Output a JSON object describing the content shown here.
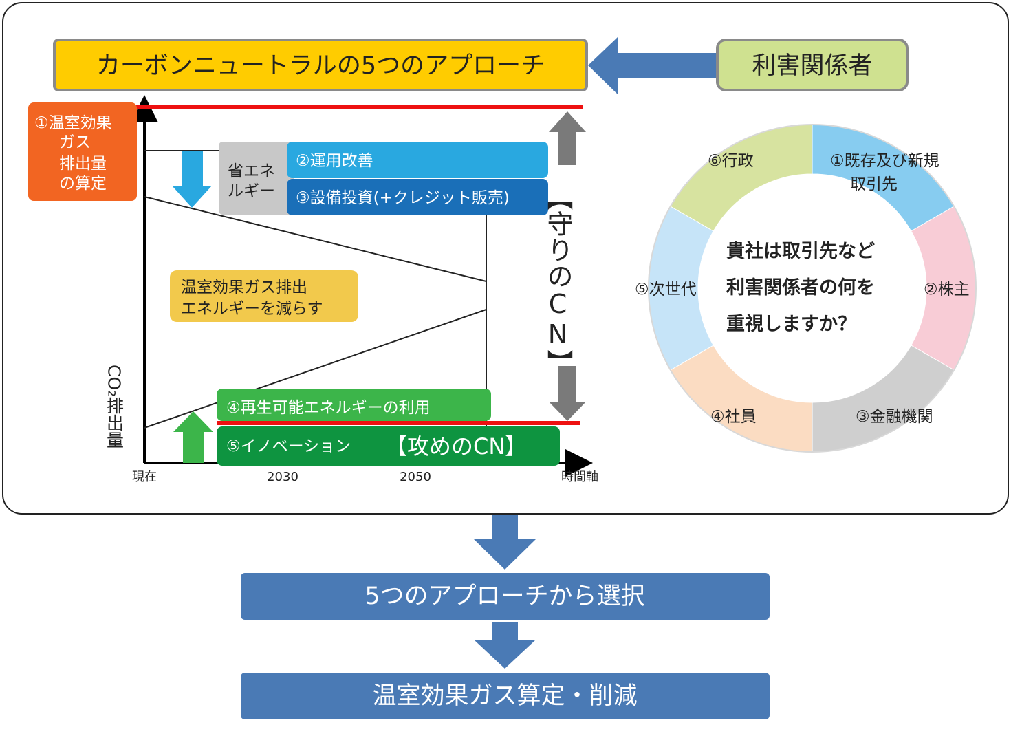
{
  "title": "カーボンニュートラルの5つのアプローチ",
  "stakeholder_label": "利害関係者",
  "approaches": {
    "a1": [
      "①温室効果",
      "ガス",
      "排出量",
      "の算定"
    ],
    "energy_saving": [
      "省エネ",
      "ルギー"
    ],
    "a2": "②運用改善",
    "a3": "③設備投資(+クレジット販売)",
    "a4": "④再生可能エネルギーの利用",
    "a5": "⑤イノベーション",
    "reduce_note": [
      "温室効果ガス排出",
      "エネルギーを減らす"
    ],
    "defensive_cn": "【守りのCN】",
    "offensive_cn": "【攻めのCN】"
  },
  "axis": {
    "y_label": "CO₂排出量",
    "x_label": "時間軸",
    "ticks": [
      "現在",
      "2030",
      "2050"
    ]
  },
  "stakeholder_ring": {
    "question": [
      "貴社は取引先など",
      "利害関係者の何を",
      "重視しますか？"
    ],
    "segments": [
      {
        "label": [
          "①既存及び新規",
          "取引先"
        ],
        "color": "#87ccf0"
      },
      {
        "label": [
          "②株主"
        ],
        "color": "#f8ccd6"
      },
      {
        "label": [
          "③金融機関"
        ],
        "color": "#cfcfcf"
      },
      {
        "label": [
          "④社員"
        ],
        "color": "#fbdcc2"
      },
      {
        "label": [
          "⑤次世代"
        ],
        "color": "#c6e4f8"
      },
      {
        "label": [
          "⑥行政"
        ],
        "color": "#d7e3a0"
      }
    ]
  },
  "flow": [
    "5つのアプローチから選択",
    "温室効果ガス算定・削減"
  ],
  "colors": {
    "title_fill": "#ffcc00",
    "stakeholder_fill": "#cfe190",
    "arrow_blue": "#4a7ab5",
    "flow_box": "#4a7ab5",
    "a1_fill": "#f26522",
    "energy_saving_fill": "#c8c8c8",
    "a2_fill": "#29a8e0",
    "a3_fill": "#1a6fb8",
    "a4_fill": "#3cb54a",
    "a5_fill": "#0e9440",
    "note_fill": "#f2c94c",
    "red_line": "#ee1111",
    "gray_arrow": "#7a7a7a"
  }
}
